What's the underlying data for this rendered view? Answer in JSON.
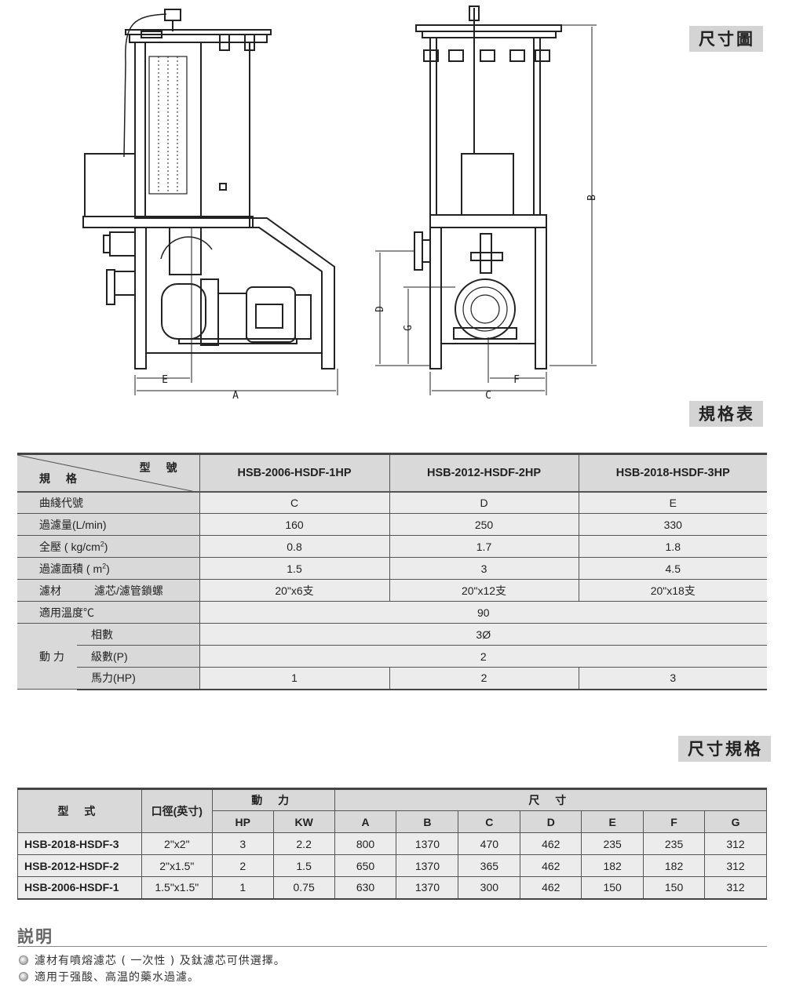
{
  "headings": {
    "dimension_drawing": "尺寸圖",
    "spec_table": "規格表",
    "dimension_spec": "尺寸規格",
    "notes": "説明"
  },
  "drawing_labels": {
    "A": "A",
    "B": "B",
    "C": "C",
    "D": "D",
    "E": "E",
    "F": "F",
    "G": "G"
  },
  "spec": {
    "corner_model": "型 號",
    "corner_spec": "規 格",
    "models": [
      "HSB-2006-HSDF-1HP",
      "HSB-2012-HSDF-2HP",
      "HSB-2018-HSDF-3HP"
    ],
    "rows": {
      "curve": {
        "label": "曲綫代號",
        "values": [
          "C",
          "D",
          "E"
        ]
      },
      "flow": {
        "label": "過濾量(L/min)",
        "values": [
          "160",
          "250",
          "330"
        ]
      },
      "pressure": {
        "label_pre": "全壓 ( kg/cm",
        "label_sup": "2",
        "label_post": ")",
        "values": [
          "0.8",
          "1.7",
          "1.8"
        ]
      },
      "area": {
        "label_pre": "過濾面積 ( m",
        "label_sup": "2",
        "label_post": ")",
        "values": [
          "1.5",
          "3",
          "4.5"
        ]
      },
      "media": {
        "label": "濾材",
        "sublabel": "濾芯/濾管鎖螺",
        "values": [
          "20\"x6支",
          "20\"x12支",
          "20\"x18支"
        ]
      },
      "temp": {
        "label": "適用溫度℃",
        "value": "90"
      },
      "power": {
        "label": "動 力",
        "phase": {
          "label": "相數",
          "value": "3Ø"
        },
        "poles": {
          "label": "級數(P)",
          "value": "2"
        },
        "hp": {
          "label": "馬力(HP)",
          "values": [
            "1",
            "2",
            "3"
          ]
        }
      }
    }
  },
  "dims": {
    "col_model": "型 式",
    "col_bore": "口徑(英寸)",
    "col_power": "動 力",
    "col_size": "尺 寸",
    "sub_hp": "HP",
    "sub_kw": "KW",
    "letters": [
      "A",
      "B",
      "C",
      "D",
      "E",
      "F",
      "G"
    ],
    "rows": [
      {
        "model": "HSB-2018-HSDF-3",
        "bore": "2\"x2\"",
        "hp": "3",
        "kw": "2.2",
        "sizes": [
          "800",
          "1370",
          "470",
          "462",
          "235",
          "235",
          "312"
        ]
      },
      {
        "model": "HSB-2012-HSDF-2",
        "bore": "2\"x1.5\"",
        "hp": "2",
        "kw": "1.5",
        "sizes": [
          "650",
          "1370",
          "365",
          "462",
          "182",
          "182",
          "312"
        ]
      },
      {
        "model": "HSB-2006-HSDF-1",
        "bore": "1.5\"x1.5\"",
        "hp": "1",
        "kw": "0.75",
        "sizes": [
          "630",
          "1370",
          "300",
          "462",
          "150",
          "150",
          "312"
        ]
      }
    ]
  },
  "notes": [
    "濾材有噴熔濾芯 ( 一次性 ) 及鈦濾芯可供選擇。",
    "適用于强酸、高温的藥水過濾。"
  ]
}
